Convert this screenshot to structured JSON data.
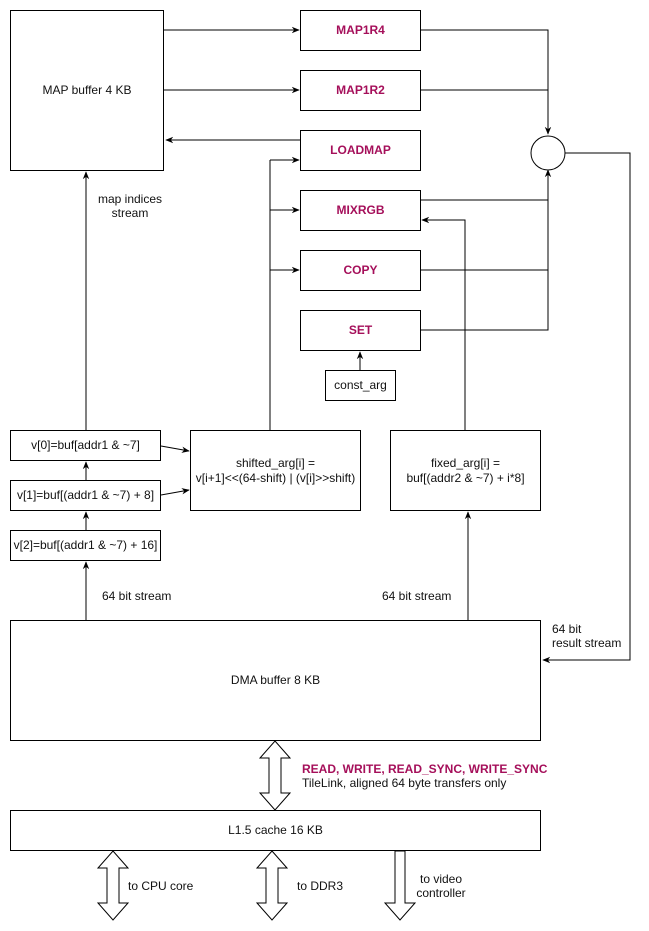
{
  "diagram": {
    "map_buffer": "MAP buffer 4 KB",
    "map_indices_label": [
      "map indices",
      "stream"
    ],
    "ops": [
      "MAP1R4",
      "MAP1R2",
      "LOADMAP",
      "MIXRGB",
      "COPY",
      "SET"
    ],
    "const_arg": "const_arg",
    "v0": "v[0]=buf[addr1 & ~7]",
    "v1": "v[1]=buf[(addr1 & ~7) + 8]",
    "v2": "v[2]=buf[(addr1 & ~7) + 16]",
    "shifted_arg": [
      "shifted_arg[i] =",
      "v[i+1]<<(64-shift) | (v[i]>>shift)"
    ],
    "fixed_arg": [
      "fixed_arg[i] =",
      "buf[(addr2 & ~7) + i*8]"
    ],
    "stream_label_left": "64 bit stream",
    "stream_label_right": "64 bit stream",
    "result_stream_label": [
      "64 bit",
      "result stream"
    ],
    "dma_buffer": "DMA buffer 8 KB",
    "bus_ops": "READ, WRITE, READ_SYNC, WRITE_SYNC",
    "bus_desc": "TileLink, aligned 64 byte transfers only",
    "l15_cache": "L1.5 cache 16 KB",
    "to_cpu": "to CPU core",
    "to_ddr": "to DDR3",
    "to_video": [
      "to video",
      "controller"
    ],
    "accent_color": "#a50f5a"
  }
}
